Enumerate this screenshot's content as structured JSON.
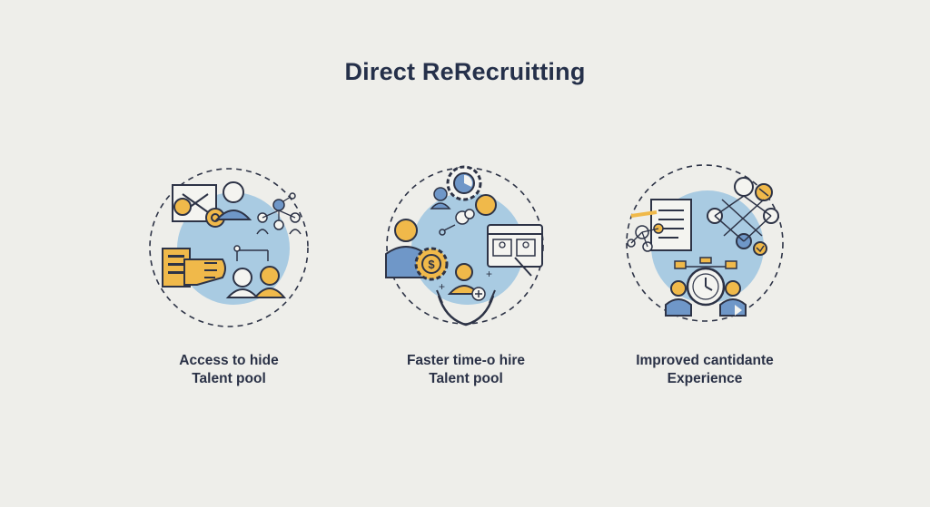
{
  "title": "Direct ReRecruitting",
  "items": [
    {
      "line1": "Access to hide",
      "line2": "Talent pool",
      "icon": "talent-network-icon"
    },
    {
      "line1": "Faster time-o hire",
      "line2": "Talent pool",
      "icon": "hiring-gear-hands-icon"
    },
    {
      "line1": "Improved cantidante",
      "line2": "Experience",
      "icon": "candidate-experience-icon"
    }
  ],
  "colors": {
    "background": "#eeeeea",
    "circle": "#a9cbe2",
    "accent": "#f0b94a",
    "outline": "#2d3346",
    "person": "#6f97c8"
  }
}
